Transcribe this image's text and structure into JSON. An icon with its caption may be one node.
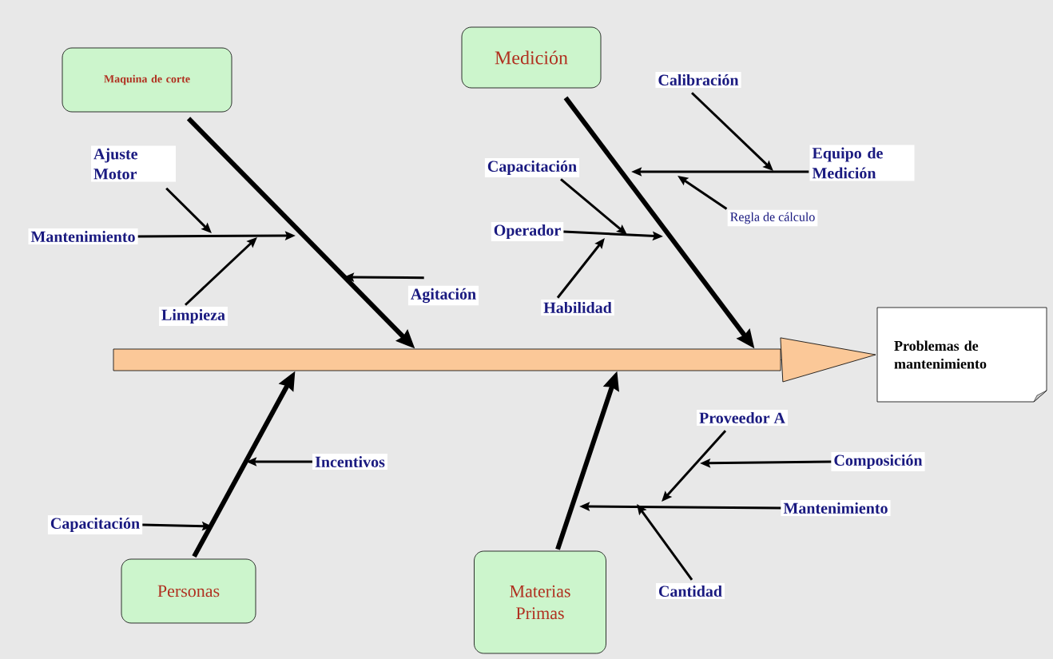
{
  "diagram": {
    "nodes": [
      {
        "text": [
          "Maquina de corte"
        ]
      },
      {
        "text": [
          "Medición"
        ]
      },
      {
        "text": [
          "Personas"
        ]
      },
      {
        "text": [
          "Materias Primas"
        ]
      },
      {
        "text": [
          "Problemas de mantenimiento"
        ]
      },
      {
        "text": [],
        "shape": "bar"
      },
      {
        "text": [
          "Ajuste Motor"
        ]
      },
      {
        "text": [
          "Mantenimiento"
        ]
      },
      {
        "text": [
          "Limpieza"
        ]
      },
      {
        "text": [
          "Agitación"
        ]
      },
      {
        "text": [
          "Capacitación"
        ]
      },
      {
        "text": [
          "Operador"
        ]
      },
      {
        "text": [
          "Habilidad"
        ]
      },
      {
        "text": [
          "Calibración"
        ]
      },
      {
        "text": [
          "Equipo de Medición"
        ]
      },
      {
        "text": [
          "Regla de cálculo"
        ]
      },
      {
        "text": [
          "Incentivos"
        ]
      },
      {
        "text": [
          "Capacitación"
        ]
      },
      {
        "text": [
          "Proveedor A"
        ]
      },
      {
        "text": [
          "Composición"
        ]
      },
      {
        "text": [
          "Mantenimiento"
        ]
      },
      {
        "text": [
          "Cantidad"
        ]
      }
    ],
    "edges": [
      {
        "from": 0,
        "to": 5,
        "arrow": "to",
        "style": "thick"
      },
      {
        "from": 1,
        "to": 5,
        "arrow": "to",
        "style": "thick"
      },
      {
        "from": 2,
        "to": 5,
        "arrow": "to",
        "style": "thick"
      },
      {
        "from": 3,
        "to": 5,
        "arrow": "to",
        "style": "thick"
      },
      {
        "from": 7,
        "to": null,
        "arrow": "to"
      },
      {
        "from": 6,
        "to": null,
        "arrow": "to"
      },
      {
        "from": 8,
        "to": null,
        "arrow": "to"
      },
      {
        "from": 9,
        "to": null,
        "arrow": "to"
      },
      {
        "from": 11,
        "to": null,
        "arrow": "to"
      },
      {
        "from": 10,
        "to": null,
        "arrow": "to"
      },
      {
        "from": 12,
        "to": null,
        "arrow": "to"
      },
      {
        "from": 14,
        "to": null,
        "arrow": "to"
      },
      {
        "from": 13,
        "to": null,
        "arrow": "to"
      },
      {
        "from": 15,
        "to": null,
        "arrow": "to"
      },
      {
        "from": 16,
        "to": null,
        "arrow": "to"
      },
      {
        "from": 17,
        "to": null,
        "arrow": "to"
      },
      {
        "from": 20,
        "to": null,
        "arrow": "to"
      },
      {
        "from": 18,
        "to": null,
        "arrow": "to"
      },
      {
        "from": 19,
        "to": null,
        "arrow": "to"
      },
      {
        "from": 21,
        "to": null,
        "arrow": "to"
      },
      {
        "from": 5,
        "to": 4,
        "arrow": "to",
        "color": "#fbc898"
      }
    ]
  }
}
